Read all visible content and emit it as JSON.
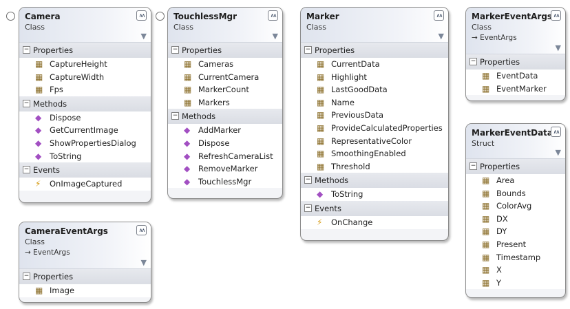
{
  "diagram": {
    "classes": [
      {
        "name": "Camera",
        "kind": "Class",
        "base": null,
        "sections": [
          {
            "title": "Properties",
            "type": "property",
            "members": [
              "CaptureHeight",
              "CaptureWidth",
              "Fps"
            ]
          },
          {
            "title": "Methods",
            "type": "method",
            "members": [
              "Dispose",
              "GetCurrentImage",
              "ShowPropertiesDialog",
              "ToString"
            ]
          },
          {
            "title": "Events",
            "type": "event",
            "members": [
              "OnImageCaptured"
            ]
          }
        ]
      },
      {
        "name": "TouchlessMgr",
        "kind": "Class",
        "base": null,
        "sections": [
          {
            "title": "Properties",
            "type": "property",
            "members": [
              "Cameras",
              "CurrentCamera",
              "MarkerCount",
              "Markers"
            ]
          },
          {
            "title": "Methods",
            "type": "method",
            "members": [
              "AddMarker",
              "Dispose",
              "RefreshCameraList",
              "RemoveMarker",
              "TouchlessMgr"
            ]
          }
        ]
      },
      {
        "name": "Marker",
        "kind": "Class",
        "base": null,
        "sections": [
          {
            "title": "Properties",
            "type": "property",
            "members": [
              "CurrentData",
              "Highlight",
              "LastGoodData",
              "Name",
              "PreviousData",
              "ProvideCalculatedProperties",
              "RepresentativeColor",
              "SmoothingEnabled",
              "Threshold"
            ]
          },
          {
            "title": "Methods",
            "type": "method",
            "members": [
              "ToString"
            ]
          },
          {
            "title": "Events",
            "type": "event",
            "members": [
              "OnChange"
            ]
          }
        ]
      },
      {
        "name": "MarkerEventArgs",
        "kind": "Class",
        "base": "EventArgs",
        "sections": [
          {
            "title": "Properties",
            "type": "property",
            "members": [
              "EventData",
              "EventMarker"
            ]
          }
        ]
      },
      {
        "name": "CameraEventArgs",
        "kind": "Class",
        "base": "EventArgs",
        "sections": [
          {
            "title": "Properties",
            "type": "property",
            "members": [
              "Image"
            ]
          }
        ]
      },
      {
        "name": "MarkerEventData",
        "kind": "Struct",
        "base": null,
        "sections": [
          {
            "title": "Properties",
            "type": "property",
            "members": [
              "Area",
              "Bounds",
              "ColorAvg",
              "DX",
              "DY",
              "Present",
              "Timestamp",
              "X",
              "Y"
            ]
          }
        ]
      }
    ],
    "icons": {
      "property": "property-icon",
      "method": "method-icon",
      "event": "event-icon",
      "collapse": "collapse-chevron-icon",
      "filter": "filter-icon",
      "section": "section-toggle-icon",
      "inherit": "inherit-arrow-icon",
      "lollipop": "interface-lollipop-icon"
    }
  }
}
